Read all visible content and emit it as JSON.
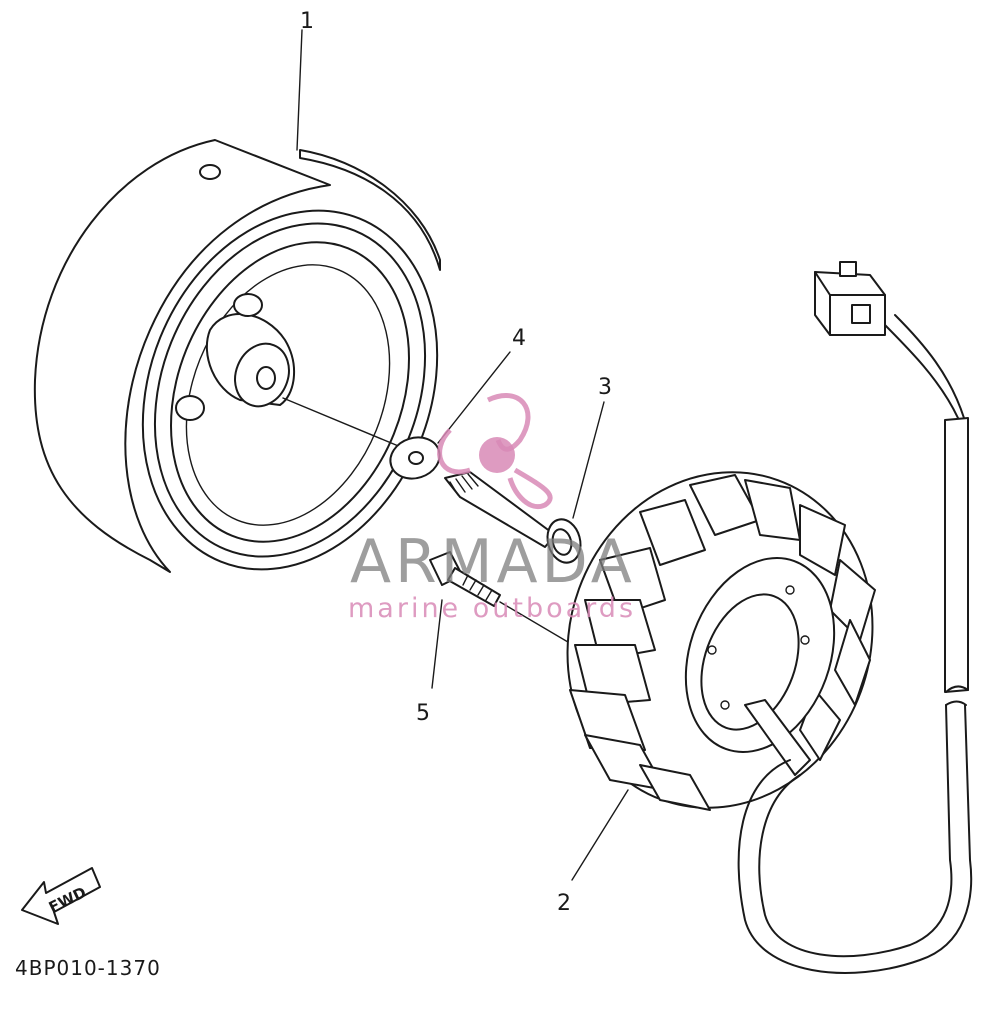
{
  "diagram": {
    "drawing_code": "4BP010-1370",
    "direction_marker": "FWD",
    "callouts": [
      {
        "id": "1",
        "label": "1"
      },
      {
        "id": "2",
        "label": "2"
      },
      {
        "id": "3",
        "label": "3"
      },
      {
        "id": "4",
        "label": "4"
      },
      {
        "id": "5",
        "label": "5"
      }
    ]
  },
  "watermark": {
    "brand": "ARMADA",
    "tagline": "marine outboards",
    "logo_icon": "propeller-icon",
    "colors": {
      "brand_text": "#7d7d7d",
      "accent": "#d889b6"
    }
  }
}
